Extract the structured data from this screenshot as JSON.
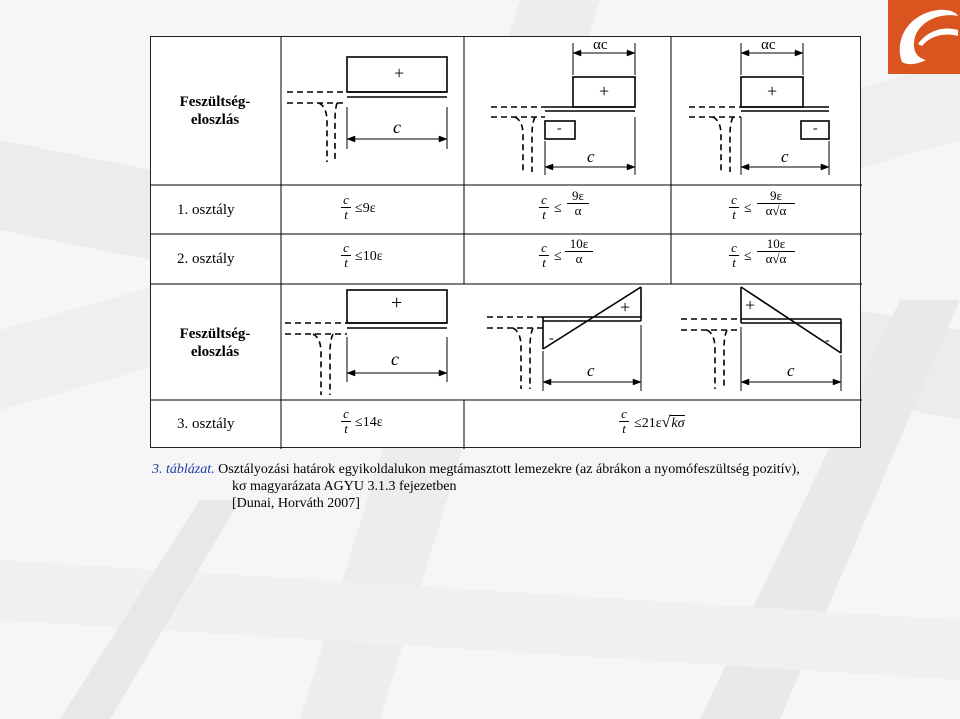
{
  "table": {
    "row_labels": {
      "stress_dist_1": [
        "Feszültség-",
        "eloszlás"
      ],
      "class1": "1. osztály",
      "class2": "2. osztály",
      "stress_dist_2": [
        "Feszültség-",
        "eloszlás"
      ],
      "class3": "3. osztály"
    },
    "diagram_text": {
      "plus": "+",
      "minus": "-",
      "c": "c",
      "alpha_c": "αc"
    },
    "formulas": {
      "c": "c",
      "t": "t",
      "le": "≤",
      "r1c1": "9ε",
      "r1c2_num": "9ε",
      "r1c2_den": "α",
      "r1c3_num": "9ε",
      "r1c3_den": "α√α",
      "r2c1": "10ε",
      "r2c2_num": "10ε",
      "r2c2_den": "α",
      "r2c3_num": "10ε",
      "r2c3_den": "α√α",
      "r3c1": "14ε",
      "r3c2": "21ε",
      "r3c2_root": "kσ"
    }
  },
  "caption": {
    "label": "3. táblázat.",
    "line1": " Osztályozási határok egyikoldalukon megtámasztott lemezekre (az ábrákon a nyomófeszültség pozitív),",
    "line2": "kσ magyarázata AGYU 3.1.3 fejezetben",
    "line3": "[Dunai, Horváth 2007]"
  }
}
